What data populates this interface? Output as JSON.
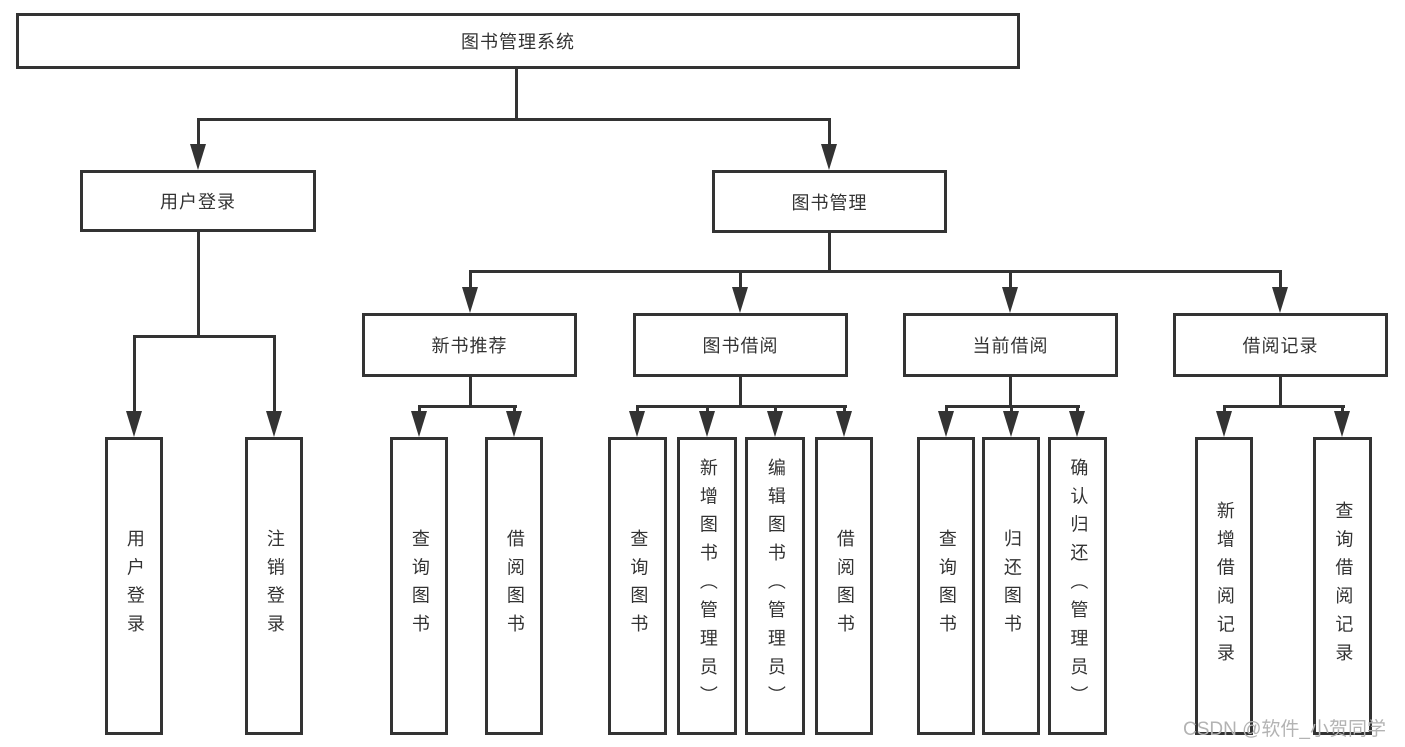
{
  "tree": {
    "root": {
      "label": "图书管理系统"
    },
    "branches": [
      {
        "label": "用户登录",
        "children": [
          {
            "label": "用户登录"
          },
          {
            "label": "注销登录"
          }
        ]
      },
      {
        "label": "图书管理",
        "groups": [
          {
            "label": "新书推荐",
            "children": [
              {
                "label": "查询图书"
              },
              {
                "label": "借阅图书"
              }
            ]
          },
          {
            "label": "图书借阅",
            "children": [
              {
                "label": "查询图书"
              },
              {
                "label": "新增图书（管理员）"
              },
              {
                "label": "编辑图书（管理员）"
              },
              {
                "label": "借阅图书"
              }
            ]
          },
          {
            "label": "当前借阅",
            "children": [
              {
                "label": "查询图书"
              },
              {
                "label": "归还图书"
              },
              {
                "label": "确认归还（管理员）"
              }
            ]
          },
          {
            "label": "借阅记录",
            "children": [
              {
                "label": "新增借阅记录"
              },
              {
                "label": "查询借阅记录"
              }
            ]
          }
        ]
      }
    ]
  },
  "watermark": {
    "text": "CSDN @软件_小贺同学"
  },
  "colors": {
    "line": "#333333",
    "text": "#333333",
    "background": "#ffffff",
    "watermark": "#b3b3b3"
  }
}
